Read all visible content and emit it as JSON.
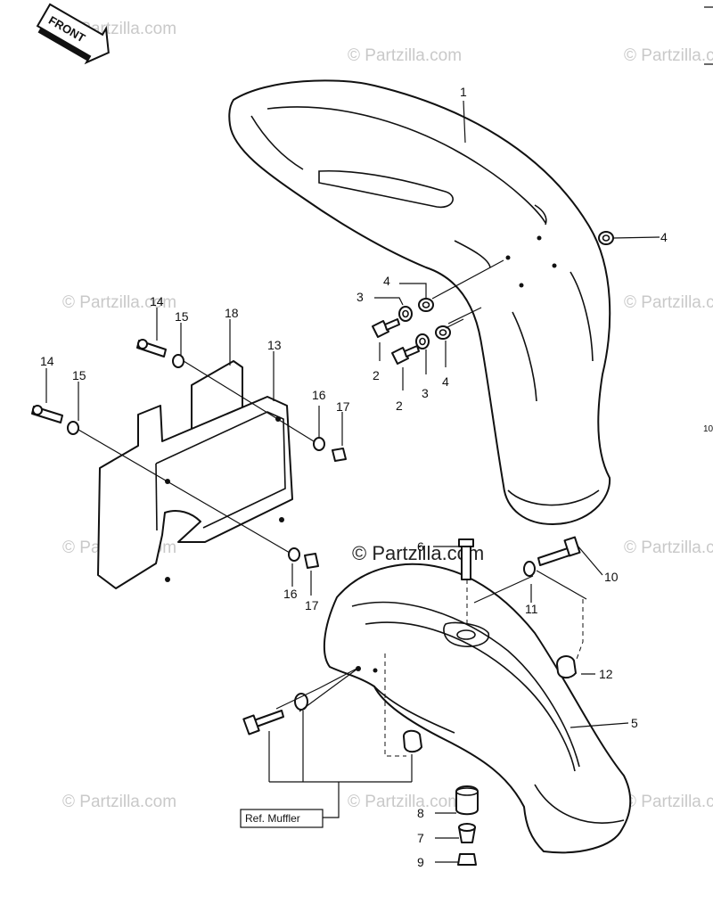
{
  "watermark": "© Partzilla.com",
  "front_label": "FRONT",
  "ref_label": "Ref. Muffler",
  "edge_label": "10",
  "callouts": {
    "c1": "1",
    "c4a": "4",
    "c4b": "4",
    "c3a": "3",
    "c2a": "2",
    "c2b": "2",
    "c3b": "3",
    "c4c": "4",
    "c14a": "14",
    "c15a": "15",
    "c18": "18",
    "c13": "13",
    "c14b": "14",
    "c15b": "15",
    "c16a": "16",
    "c17a": "17",
    "c16b": "16",
    "c17b": "17",
    "c6": "6",
    "c10": "10",
    "c11": "11",
    "c12": "12",
    "c5": "5",
    "c8": "8",
    "c7": "7",
    "c9": "9"
  }
}
